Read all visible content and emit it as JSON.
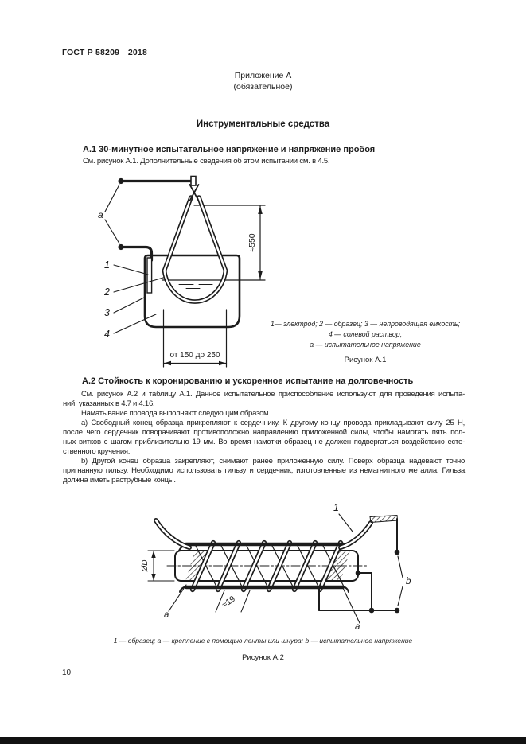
{
  "page": {
    "doc_code": "ГОСТ Р 58209—2018",
    "appendix_title": "Приложение А",
    "appendix_subtitle": "(обязательное)",
    "main_title": "Инструментальные средства",
    "page_number": "10"
  },
  "section_a1": {
    "heading": "А.1  30-минутное испытательное напряжение и напряжение пробоя",
    "intro": "См. рисунок А.1. Дополнительные сведения об этом испытании см. в 4.5."
  },
  "figure_a1": {
    "label_a": "а",
    "label_1": "1",
    "label_2": "2",
    "label_3": "3",
    "label_4": "4",
    "dim_height": "≈550",
    "dim_width": "от 150 до 250",
    "legend_line1": "1— электрод; 2 — образец; 3 — непроводящая емкость;",
    "legend_line2": "4 — солевой раствор;",
    "legend_line3": "а — испытательное напряжение",
    "caption": "Рисунок А.1"
  },
  "section_a2": {
    "heading": "А.2  Стойкость к коронированию и ускоренное испытание на долговечность",
    "lines": [
      "См. рисунок А.2 и таблицу А.1. Данное испытательное приспособление используют для проведения испыта-",
      "ний, указанных в 4.7 и 4.16.",
      "Наматывание провода выполняют следующим образом.",
      "а) Свободный конец образца прикрепляют к сердечнику. К другому концу провода прикладывают силу 25 Н,",
      "после чего сердечник поворачивают противоположно направлению приложенной силы, чтобы намотать пять пол-",
      "ных витков с шагом приблизительно 19 мм. Во время намотки образец не должен подвергаться воздействию есте-",
      "ственного кручения.",
      "b) Другой конец образца закрепляют, снимают ранее приложенную силу. Поверх образца надевают точно",
      "пригнанную гильзу. Необходимо использовать гильзу и сердечник, изготовленные из немагнитного металла. Гильза",
      "должна иметь раструбные концы."
    ]
  },
  "figure_a2": {
    "label_1": "1",
    "label_a_left": "а",
    "label_a_right": "а",
    "label_b": "b",
    "dim_diameter": "ØD",
    "dim_pitch": "≈19",
    "legend": "1 — образец; а — крепление с помощью ленты или шнура; b — испытательное напряжение",
    "caption": "Рисунок А.2"
  },
  "colors": {
    "ink": "#1c1c1c",
    "paper": "#ffffff",
    "scan_bar": "#121212"
  }
}
